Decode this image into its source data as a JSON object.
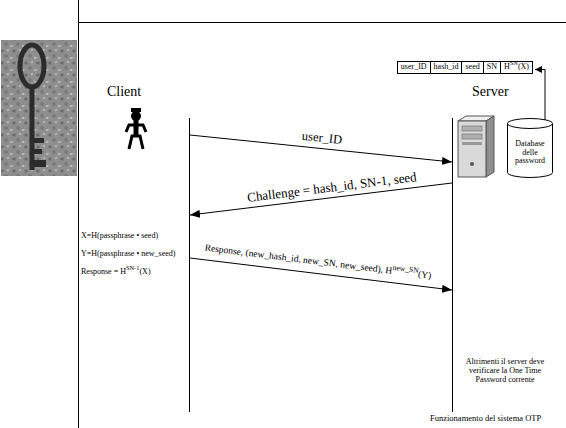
{
  "diagram": {
    "caption": "Funzionamento del sistema OTP",
    "nodes": [
      {
        "text": [
          "Client"
        ]
      },
      {
        "text": [
          "Server"
        ]
      },
      {
        "text": [
          "Database delle password"
        ]
      }
    ],
    "edges": [
      {
        "from": 0,
        "to": 1,
        "arrow": "to",
        "label": "user_ID"
      },
      {
        "from": 1,
        "to": 0,
        "arrow": "to",
        "label": "Challenge = hash_id, SN-1, seed"
      },
      {
        "from": 0,
        "to": 1,
        "arrow": "to",
        "label": "Response, (new_hash_id, new_SN, new_seed), H"
      }
    ],
    "labels": [
      "user_ID",
      "hash_id",
      "seed",
      "SN",
      "H",
      "SN",
      "(X)",
      "X=H(passphrase • seed)",
      "Y=H(passphrase • new_seed)",
      "Response = H",
      "SN-1",
      "(X)",
      "new_SN",
      "(Y)",
      "Altrimenti il server deve verificare la One Time Password corrente"
    ]
  }
}
